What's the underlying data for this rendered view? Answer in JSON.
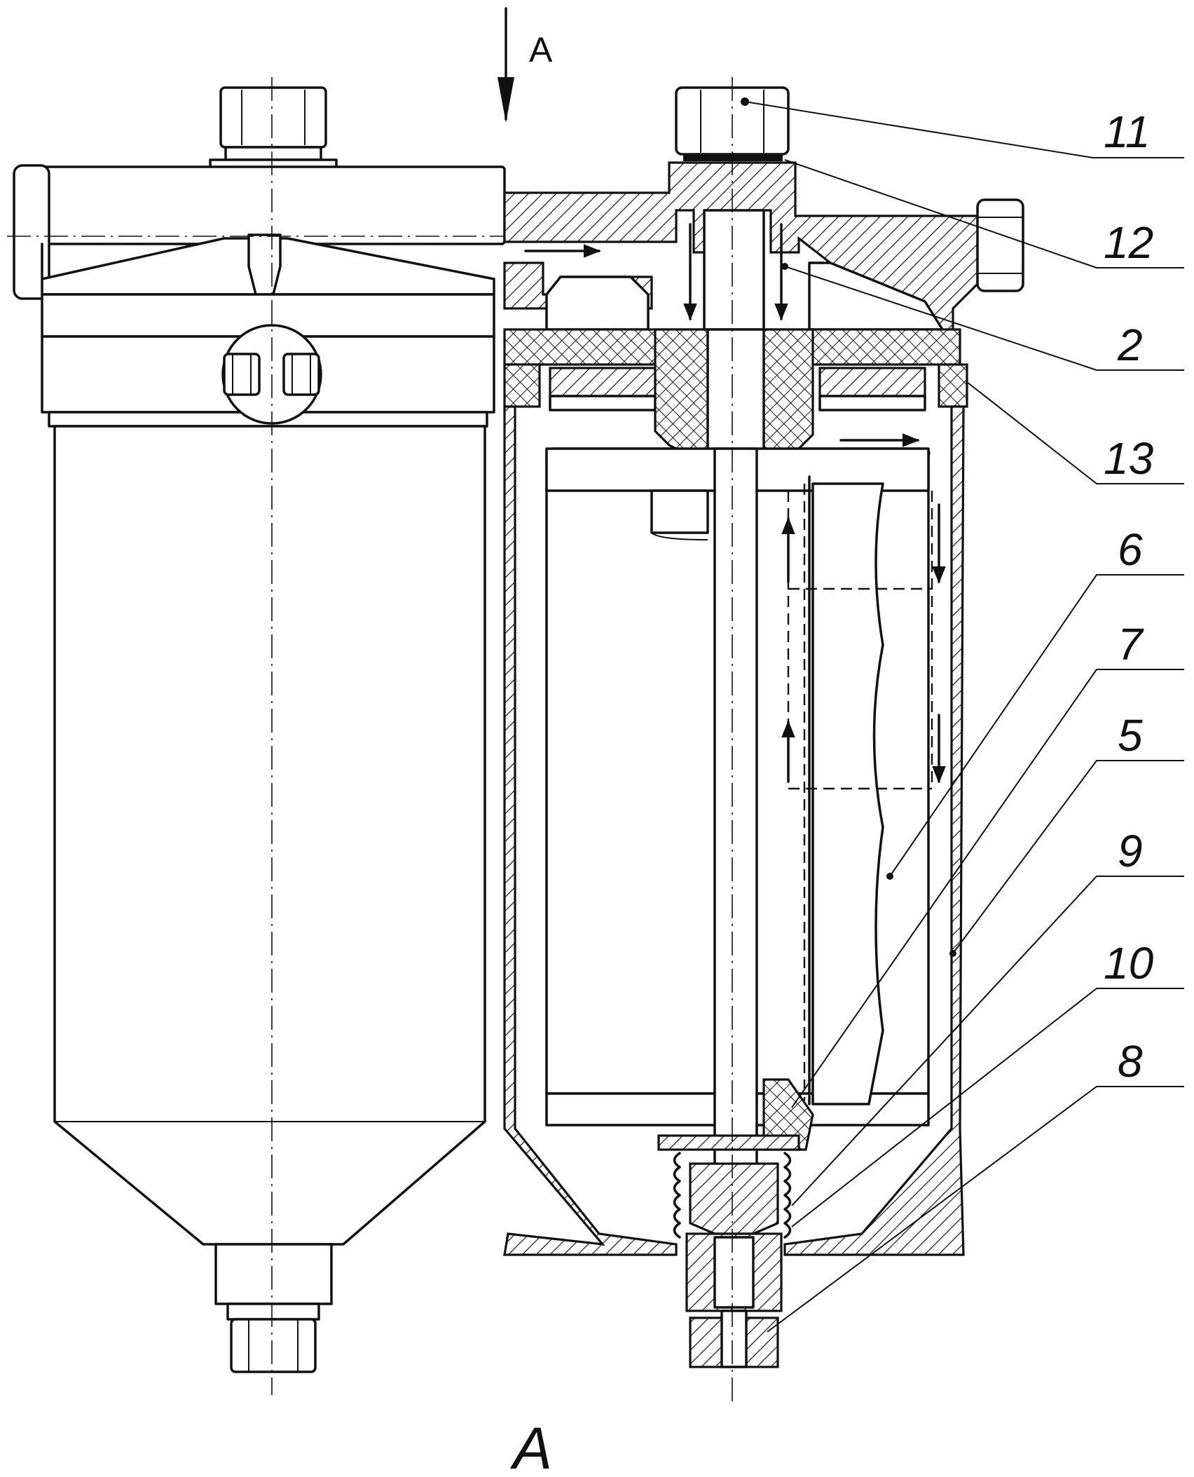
{
  "section_arrow_label": "A",
  "view_label": "A",
  "callouts": [
    {
      "id": "11",
      "label": "11"
    },
    {
      "id": "12",
      "label": "12"
    },
    {
      "id": "2",
      "label": "2"
    },
    {
      "id": "13",
      "label": "13"
    },
    {
      "id": "6",
      "label": "6"
    },
    {
      "id": "7",
      "label": "7"
    },
    {
      "id": "5",
      "label": "5"
    },
    {
      "id": "9",
      "label": "9"
    },
    {
      "id": "10",
      "label": "10"
    },
    {
      "id": "8",
      "label": "8"
    }
  ]
}
